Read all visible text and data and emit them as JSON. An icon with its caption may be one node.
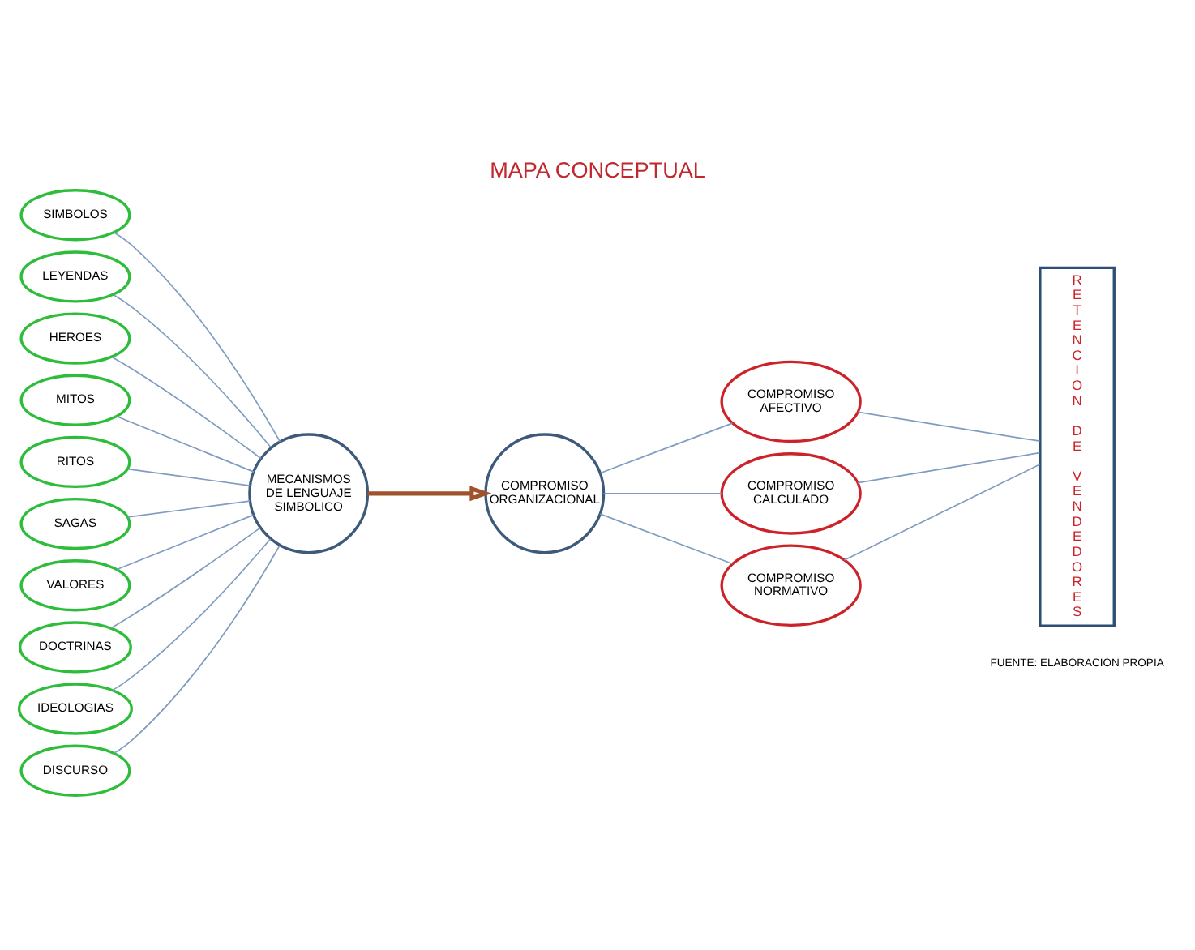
{
  "diagram": {
    "title": "MAPA CONCEPTUAL",
    "nodes": [
      {
        "text": [
          "SIMBOLOS"
        ]
      },
      {
        "text": [
          "LEYENDAS"
        ]
      },
      {
        "text": [
          "HEROES"
        ]
      },
      {
        "text": [
          "MITOS"
        ]
      },
      {
        "text": [
          "RITOS"
        ]
      },
      {
        "text": [
          "SAGAS"
        ]
      },
      {
        "text": [
          "VALORES"
        ]
      },
      {
        "text": [
          "DOCTRINAS"
        ]
      },
      {
        "text": [
          "IDEOLOGIAS"
        ]
      },
      {
        "text": [
          "DISCURSO"
        ]
      },
      {
        "text": [
          "MECANISMOS DE LENGUAJE SIMBOLICO"
        ]
      },
      {
        "text": [
          "COMPROMISO ORGANIZACIONAL"
        ]
      },
      {
        "text": [
          "COMPROMISO AFECTIVO"
        ]
      },
      {
        "text": [
          "COMPROMISO CALCULADO"
        ]
      },
      {
        "text": [
          "COMPROMISO NORMATIVO"
        ]
      },
      {
        "text": [
          "RETENCION DE VENDEDORES"
        ]
      }
    ],
    "edges": [
      {
        "from": 0,
        "to": 10,
        "arrow": "none"
      },
      {
        "from": 1,
        "to": 10,
        "arrow": "none"
      },
      {
        "from": 2,
        "to": 10,
        "arrow": "none"
      },
      {
        "from": 3,
        "to": 10,
        "arrow": "none"
      },
      {
        "from": 4,
        "to": 10,
        "arrow": "none"
      },
      {
        "from": 5,
        "to": 10,
        "arrow": "none"
      },
      {
        "from": 6,
        "to": 10,
        "arrow": "none"
      },
      {
        "from": 7,
        "to": 10,
        "arrow": "none"
      },
      {
        "from": 8,
        "to": 10,
        "arrow": "none"
      },
      {
        "from": 9,
        "to": 10,
        "arrow": "none"
      },
      {
        "from": 10,
        "to": 11,
        "arrow": "to",
        "style": "thick",
        "color": "#a0522d"
      },
      {
        "from": 11,
        "to": 12,
        "arrow": "none"
      },
      {
        "from": 11,
        "to": 13,
        "arrow": "none"
      },
      {
        "from": 11,
        "to": 14,
        "arrow": "none"
      },
      {
        "from": 12,
        "to": 15,
        "arrow": "none"
      },
      {
        "from": 13,
        "to": 15,
        "arrow": "none"
      },
      {
        "from": 14,
        "to": 15,
        "arrow": "none"
      }
    ],
    "labels": [
      "FUENTE: ELABORACION PROPIA"
    ]
  }
}
